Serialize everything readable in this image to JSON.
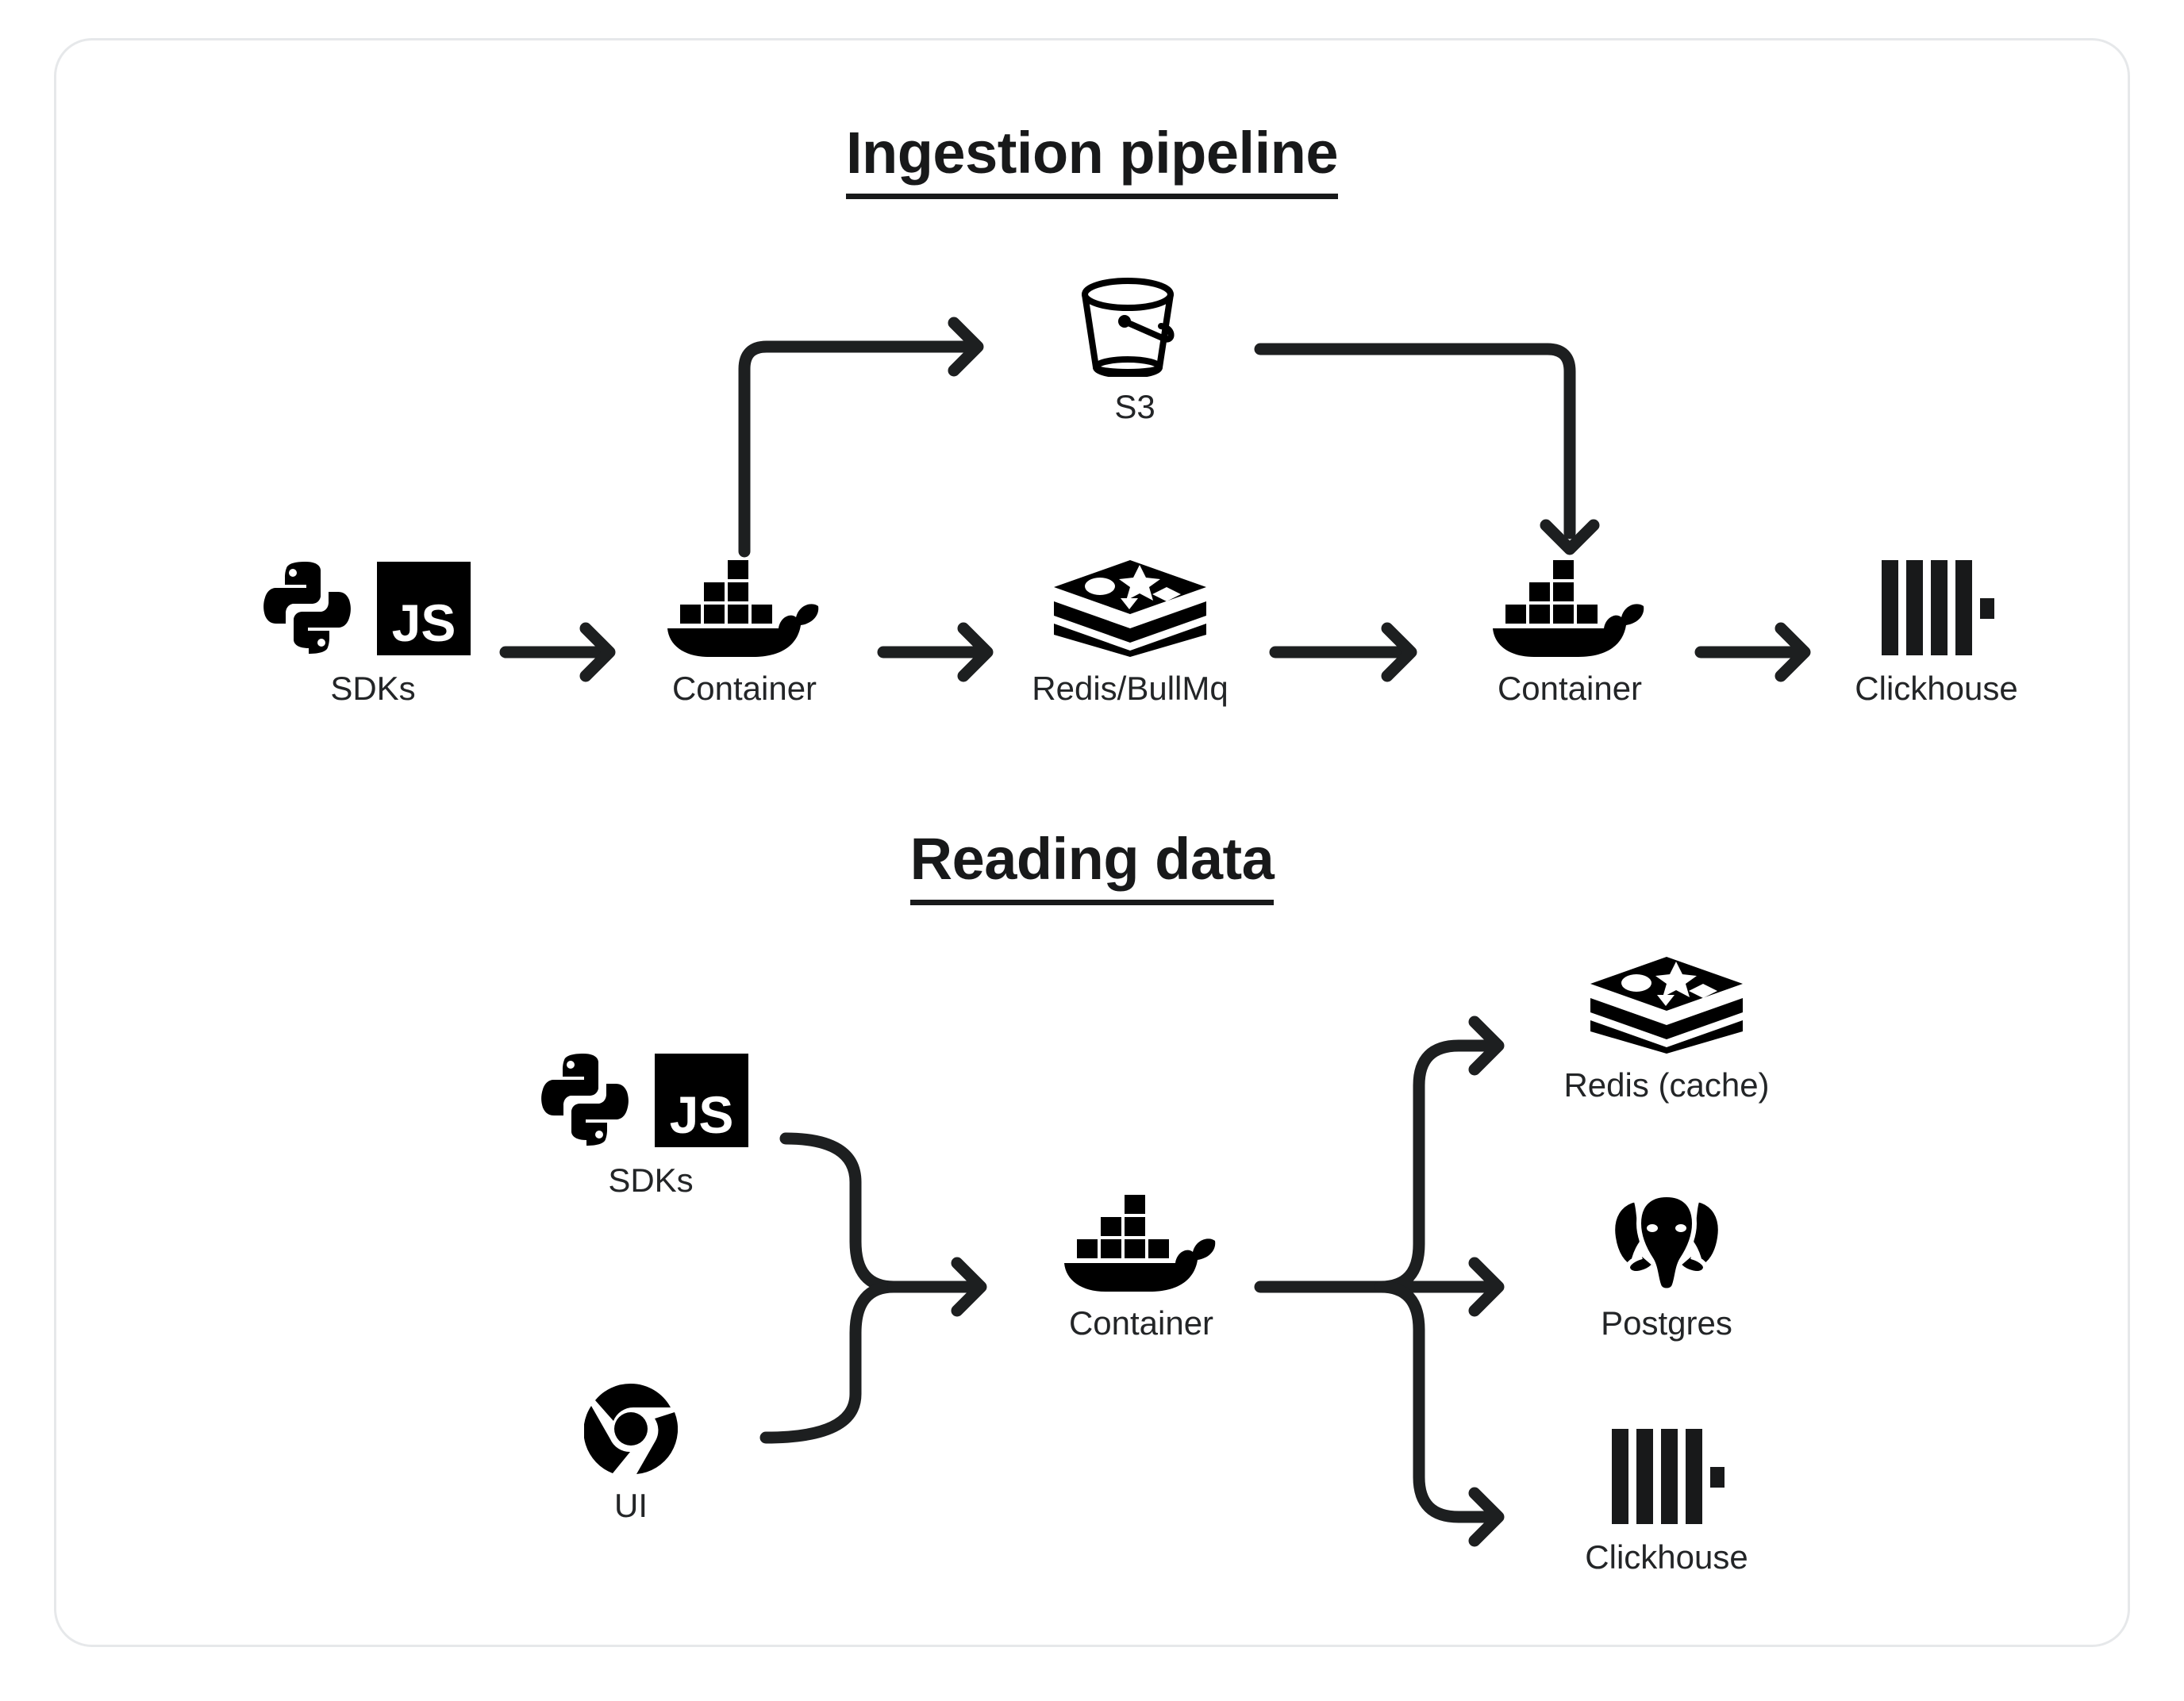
{
  "card": {
    "border_color": "#e6e8ea",
    "background": "#ffffff"
  },
  "sections": [
    {
      "id": "ingestion",
      "title": "Ingestion pipeline",
      "nodes": [
        {
          "id": "sdks-1",
          "label": "SDKs",
          "icon": "python-js-sdk-icon"
        },
        {
          "id": "container-1",
          "label": "Container",
          "icon": "docker-whale-icon"
        },
        {
          "id": "redis-bullmq",
          "label": "Redis/BullMq",
          "icon": "redis-stack-icon"
        },
        {
          "id": "container-2",
          "label": "Container",
          "icon": "docker-whale-icon"
        },
        {
          "id": "clickhouse-1",
          "label": "Clickhouse",
          "icon": "clickhouse-bars-icon"
        },
        {
          "id": "s3",
          "label": "S3",
          "icon": "s3-bucket-icon"
        }
      ],
      "edges": [
        {
          "from": "sdks-1",
          "to": "container-1",
          "kind": "straight"
        },
        {
          "from": "container-1",
          "to": "redis-bullmq",
          "kind": "straight"
        },
        {
          "from": "redis-bullmq",
          "to": "container-2",
          "kind": "straight"
        },
        {
          "from": "container-2",
          "to": "clickhouse-1",
          "kind": "straight"
        },
        {
          "from": "container-1",
          "to": "s3",
          "kind": "up-then-right"
        },
        {
          "from": "s3",
          "to": "container-2",
          "kind": "right-then-down"
        }
      ]
    },
    {
      "id": "reading",
      "title": "Reading data",
      "nodes": [
        {
          "id": "sdks-2",
          "label": "SDKs",
          "icon": "python-js-sdk-icon"
        },
        {
          "id": "ui",
          "label": "UI",
          "icon": "chrome-icon"
        },
        {
          "id": "container-3",
          "label": "Container",
          "icon": "docker-whale-icon"
        },
        {
          "id": "redis-cache",
          "label": "Redis (cache)",
          "icon": "redis-stack-icon"
        },
        {
          "id": "postgres",
          "label": "Postgres",
          "icon": "postgres-elephant-icon"
        },
        {
          "id": "clickhouse-2",
          "label": "Clickhouse",
          "icon": "clickhouse-bars-icon"
        }
      ],
      "edges": [
        {
          "from": "sdks-2",
          "to": "container-3",
          "kind": "merge"
        },
        {
          "from": "ui",
          "to": "container-3",
          "kind": "merge"
        },
        {
          "from": "container-3",
          "to": "redis-cache",
          "kind": "fan-up"
        },
        {
          "from": "container-3",
          "to": "postgres",
          "kind": "fan-straight"
        },
        {
          "from": "container-3",
          "to": "clickhouse-2",
          "kind": "fan-down"
        }
      ]
    }
  ],
  "colors": {
    "ink": "#18191a",
    "label": "#232527",
    "line": "#1d1f20"
  }
}
